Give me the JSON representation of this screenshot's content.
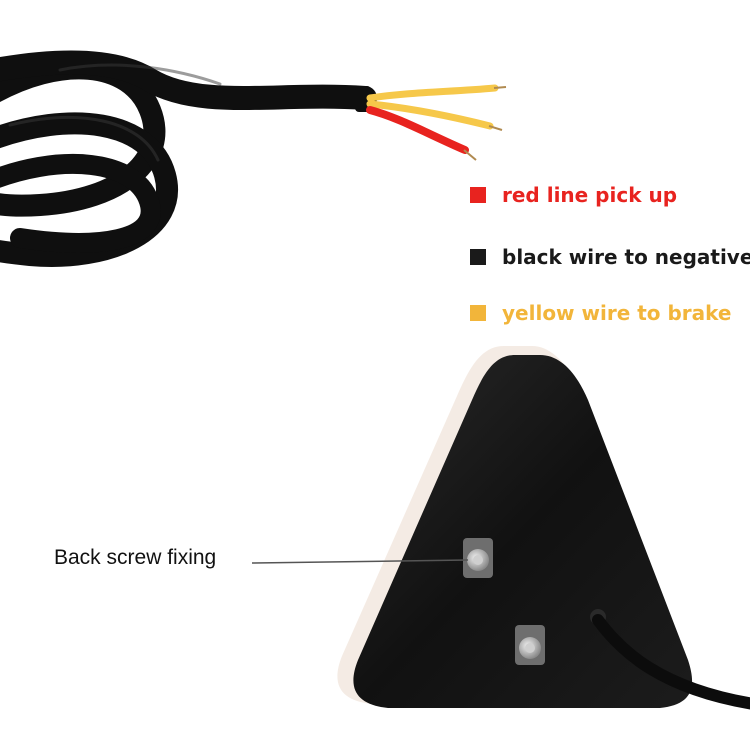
{
  "legend": {
    "red": {
      "label": "red line pick up",
      "color": "#e8231f"
    },
    "black": {
      "label": "black wire to negative",
      "color": "#1a1a1a"
    },
    "yellow": {
      "label": "yellow wire to brake",
      "color": "#f2b53a"
    }
  },
  "callout": {
    "label": "Back screw fixing"
  },
  "colors": {
    "background": "#ffffff",
    "cable": "#0f0f0f",
    "wire_red": "#e8231f",
    "wire_yellow": "#f6c84a",
    "housing": "#121212"
  }
}
